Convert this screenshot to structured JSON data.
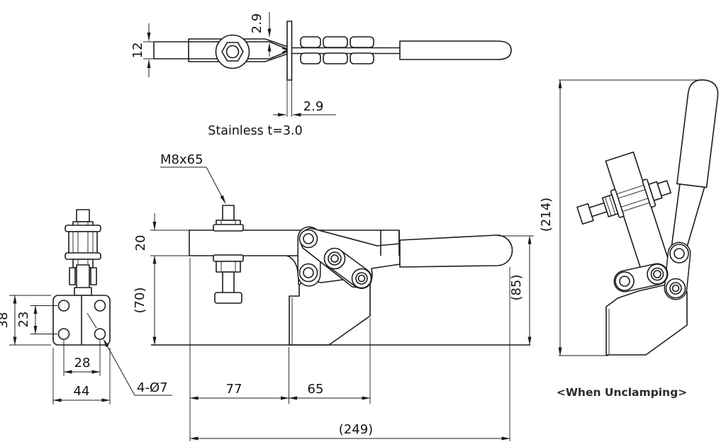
{
  "drawing": {
    "background": "#ffffff",
    "line_color": "#1c1c1c"
  },
  "top_view": {
    "dim_arm_width": "12",
    "dim_plate_thickness_top": "2.9",
    "dim_plate_thickness_bottom": "2.9",
    "material_note": "Stainless t=3.0"
  },
  "side_view": {
    "dim_base_height": "38",
    "dim_hole_pitch_vertical": "23",
    "dim_hole_pitch_horizontal": "28",
    "dim_base_width": "44",
    "mounting_holes_label": "4-Ø7"
  },
  "front_view": {
    "spindle_label": "M8x65",
    "dim_arm_thickness": "20",
    "dim_under_arm_height": "(70)",
    "dim_base_offset": "77",
    "dim_base_width": "65",
    "dim_overall_length": "(249)",
    "dim_handle_height": "(85)"
  },
  "unclamping_view": {
    "dim_overall_height": "(214)",
    "caption": "<When Unclamping>"
  }
}
